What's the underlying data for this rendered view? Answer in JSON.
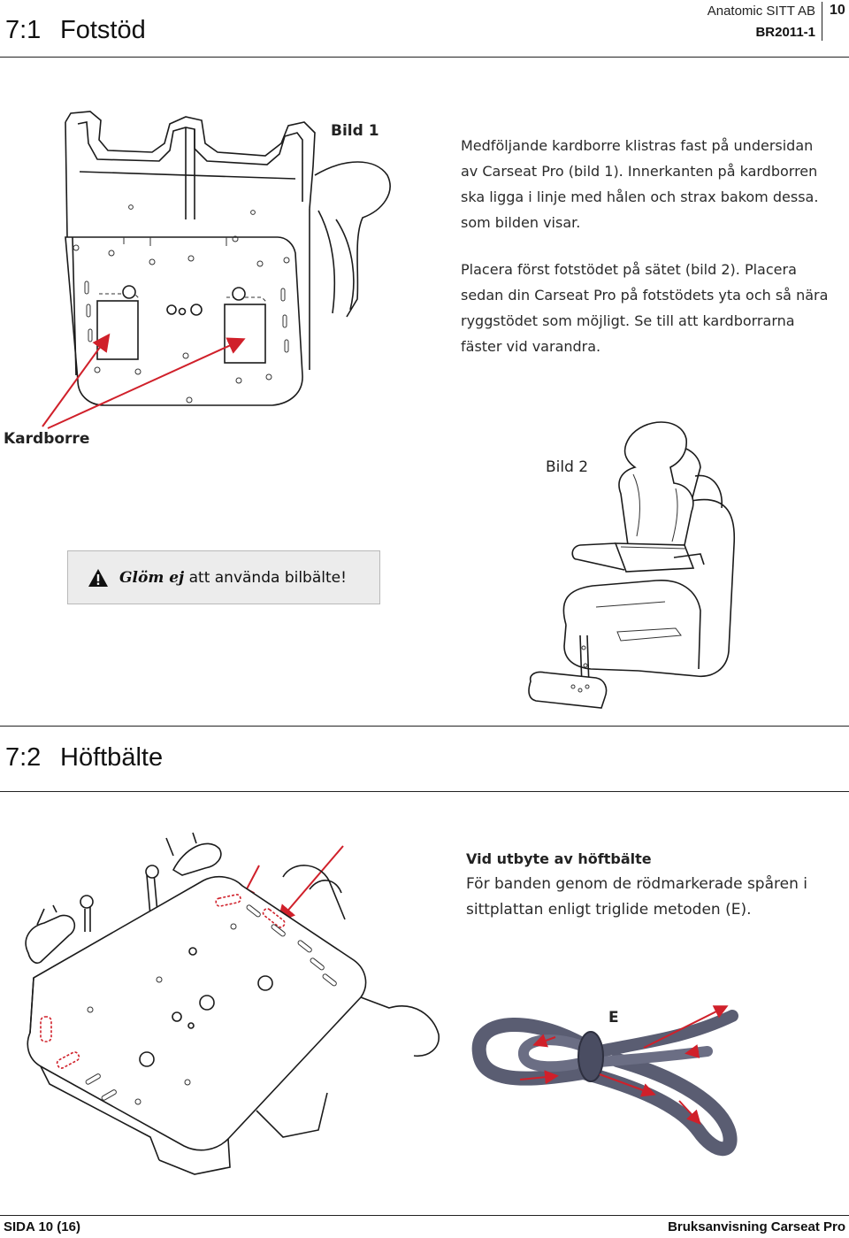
{
  "header": {
    "section_number": "7:1",
    "section_title": "Fotstöd",
    "company": "Anatomic SITT AB",
    "doc_code": "BR2011-1",
    "page_number": "10"
  },
  "section1": {
    "figure1_caption": "Bild 1",
    "paragraph1": "Medföljande kardborre klistras fast på undersidan av Carseat Pro (bild 1). Innerkanten på kardborren ska ligga i linje med hålen och strax bakom dessa. som bilden visar.",
    "paragraph2": "Placera först fotstödet på sätet (bild 2). Placera sedan din Carseat Pro på fotstödets yta och så nära ryggstödet som möjligt. Se till att kardborrarna fäster vid varandra.",
    "callout_label": "Kardborre",
    "figure2_caption": "Bild 2",
    "warning": {
      "icon": "warning-triangle-icon",
      "emphasis": "Glöm ej",
      "text": "att använda bilbälte!"
    }
  },
  "section2": {
    "section_number": "7:2",
    "section_title": "Höftbälte",
    "heading": "Vid utbyte av höftbälte",
    "paragraph": "För banden genom de rödmarkerade spåren i sittplattan enligt triglide metoden (E).",
    "figure_label": "E"
  },
  "footer": {
    "page_label": "SIDA 10 (16)",
    "doc_title": "Bruksanvisning Carseat Pro"
  },
  "colors": {
    "accent_red": "#d0202a",
    "rule": "#222222",
    "warning_bg": "#ececec",
    "strap": "#5a5d72"
  }
}
